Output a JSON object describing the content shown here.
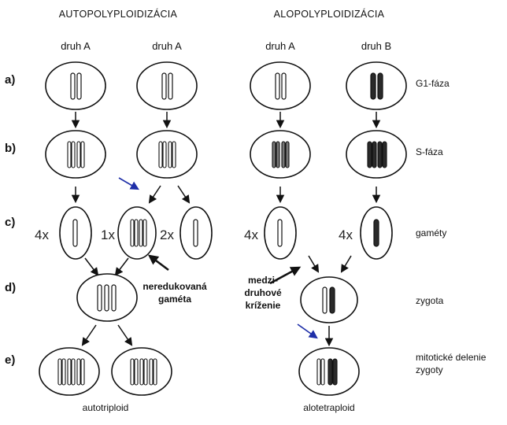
{
  "headers": {
    "auto": "AUTOPOLYPLOIDIZÁCIA",
    "allo": "ALOPOLYPLOIDIZÁCIA"
  },
  "columns": {
    "c1": "druh A",
    "c2": "druh A",
    "c3": "druh A",
    "c4": "druh B"
  },
  "rows": {
    "a": "a)",
    "b": "b)",
    "c": "c)",
    "d": "d)",
    "e": "e)"
  },
  "phases": {
    "g1": "G1-fáza",
    "s": "S-fáza",
    "gametes": "gaméty",
    "zygote": "zygota",
    "mitosis_line1": "mitotické delenie",
    "mitosis_line2": "zygoty"
  },
  "multipliers": {
    "m1": "4x",
    "m2": "1x",
    "m3": "2x",
    "m4": "4x",
    "m5": "4x"
  },
  "notes": {
    "unreduced_line1": "neredukovaná",
    "unreduced_line2": "gaméta",
    "cross_line1": "medzi-",
    "cross_line2": "druhové",
    "cross_line3": "kríženie"
  },
  "results": {
    "auto": "autotriploid",
    "allo": "alotetraploid"
  },
  "colors": {
    "species_a": "#ffffff",
    "species_b": "#2a2a2a",
    "highlight_arrow": "#1f2fa8"
  }
}
